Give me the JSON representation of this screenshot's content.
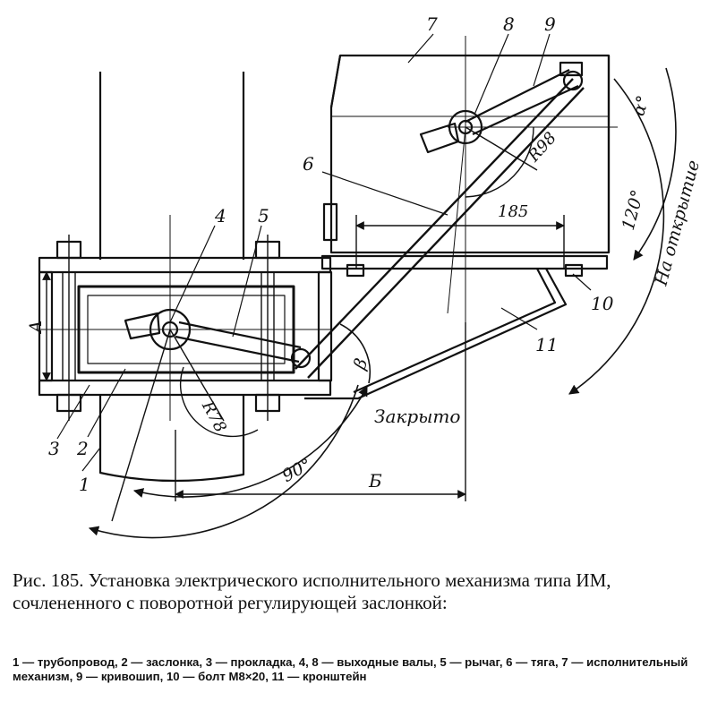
{
  "figure": {
    "part_labels": [
      "1",
      "2",
      "3",
      "4",
      "5",
      "6",
      "7",
      "8",
      "9",
      "10",
      "11"
    ],
    "dimensions": {
      "r98": "R98",
      "r78": "R78",
      "d185": "185",
      "angle_alpha": "α°",
      "angle_120": "120°",
      "angle_90": "90°",
      "angle_beta": "β",
      "dim_a": "А",
      "dim_b": "Б"
    },
    "annotations": {
      "open": "На открытие",
      "closed": "Закрыто"
    }
  },
  "caption": {
    "title": "Рис. 185. Установка электрического исполнительного механизма типа ИМ, сочлененного с поворотной регулирующей заслонкой:",
    "legend": "1 — трубопровод, 2 — заслонка, 3 — прокладка, 4, 8 — выходные валы, 5 — рычаг, 6 — тяга, 7 — исполнительный механизм, 9 — кривошип, 10 — болт М8×20, 11 — кронштейн"
  }
}
